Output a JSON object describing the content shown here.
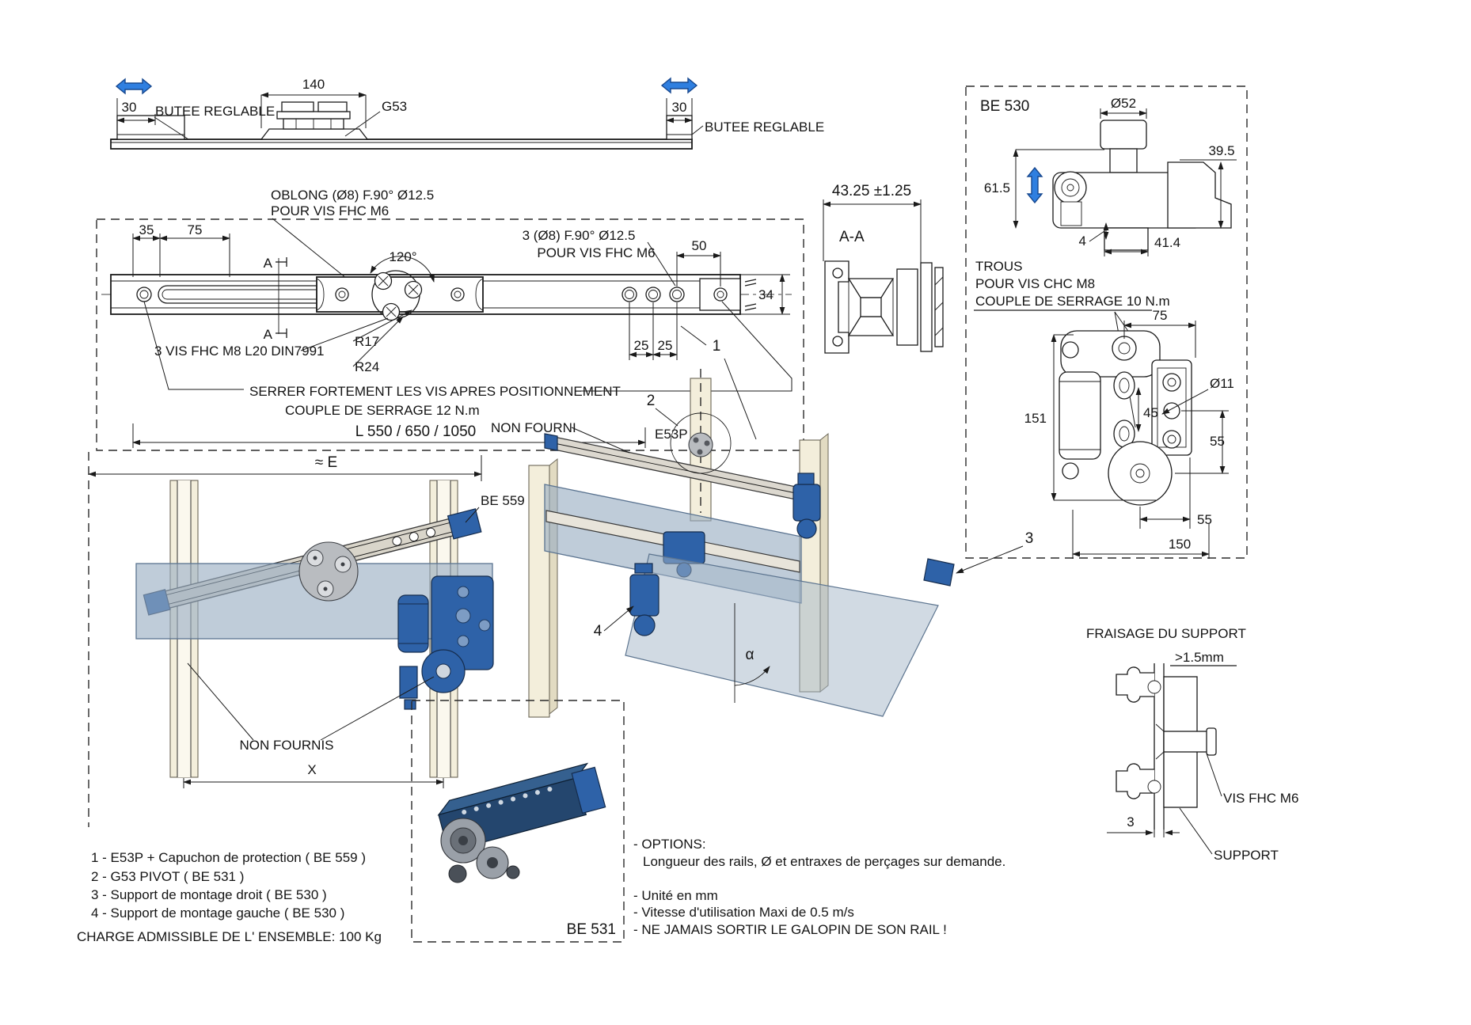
{
  "colors": {
    "accent_blue": "#2f7fe0",
    "part_blue": "#2e62a8",
    "panel_blue": "#97acc1",
    "post_cream": "#f3eedb",
    "line": "#1a1a1a"
  },
  "top_view": {
    "dim_30_left": "30",
    "butee_left_label": "BUTEE REGLABLE",
    "dim_140": "140",
    "g53_label": "G53",
    "dim_30_right": "30",
    "butee_right_label": "BUTEE REGLABLE"
  },
  "rail_view": {
    "oblong_line1": "OBLONG (Ø8) F.90° Ø12.5",
    "oblong_line2": "POUR VIS FHC M6",
    "dim_35": "35",
    "dim_75": "75",
    "section_a_top": "A",
    "section_a_bottom": "A",
    "dim_120": "120°",
    "holes_line1": "3 (Ø8) F.90° Ø12.5",
    "holes_line2": "POUR VIS FHC M6",
    "dim_50": "50",
    "dim_34": "34",
    "dim_25a": "25",
    "dim_25b": "25",
    "r17": "R17",
    "r24": "R24",
    "vis_note": "3 VIS FHC M8 L20 DIN7991",
    "serrer_line1": "SERRER FORTEMENT LES VIS APRES POSITIONNEMENT",
    "serrer_line2": "COUPLE DE SERRAGE 12 N.m",
    "length_note": "L   550  /  650  /  1050",
    "ref": "E53P",
    "approx_e": "≈ E"
  },
  "section_aa": {
    "dim_tol": "43.25 ±1.25",
    "label": "A-A"
  },
  "be530": {
    "ref": "BE 530",
    "dim_d52": "Ø52",
    "dim_39_5": "39.5",
    "dim_61_5": "61.5",
    "dim_4": "4",
    "dim_41_4": "41.4",
    "trous_line1": "TROUS",
    "trous_line2": "POUR VIS CHC M8",
    "trous_line3": "COUPLE DE SERRAGE 10 N.m",
    "dim_75": "75",
    "dim_151": "151",
    "dim_45": "45",
    "dim_d11": "Ø11",
    "dim_55_right": "55",
    "dim_55_bottom": "55",
    "dim_150": "150"
  },
  "front_view": {
    "be559_label": "BE 559",
    "non_fournis": "NON FOURNIS",
    "dim_x": "X"
  },
  "iso_view": {
    "non_fourni": "NON FOURNI",
    "callout_1": "1",
    "callout_2": "2",
    "callout_3": "3",
    "callout_4": "4",
    "alpha": "α"
  },
  "fraisage": {
    "title": "FRAISAGE DU SUPPORT",
    "min_note": ">1.5mm",
    "vis_label": "VIS FHC M6",
    "dim_3": "3",
    "support_label": "SUPPORT"
  },
  "be531": {
    "ref": "BE 531"
  },
  "legend": {
    "items": [
      "1 - E53P + Capuchon de protection ( BE 559 )",
      "2 - G53 PIVOT ( BE 531 )",
      "3 - Support de montage droit ( BE 530 )",
      "4 - Support de montage gauche ( BE 530 )"
    ],
    "charge": "CHARGE ADMISSIBLE DE  L' ENSEMBLE: 100 Kg"
  },
  "notes": {
    "options_title": "- OPTIONS:",
    "options_detail": "Longueur des rails, Ø et entraxes de perçages sur demande.",
    "unit": "- Unité en mm",
    "speed": "- Vitesse d'utilisation Maxi de 0.5 m/s",
    "warning": "- NE JAMAIS SORTIR LE GALOPIN DE SON RAIL !"
  }
}
